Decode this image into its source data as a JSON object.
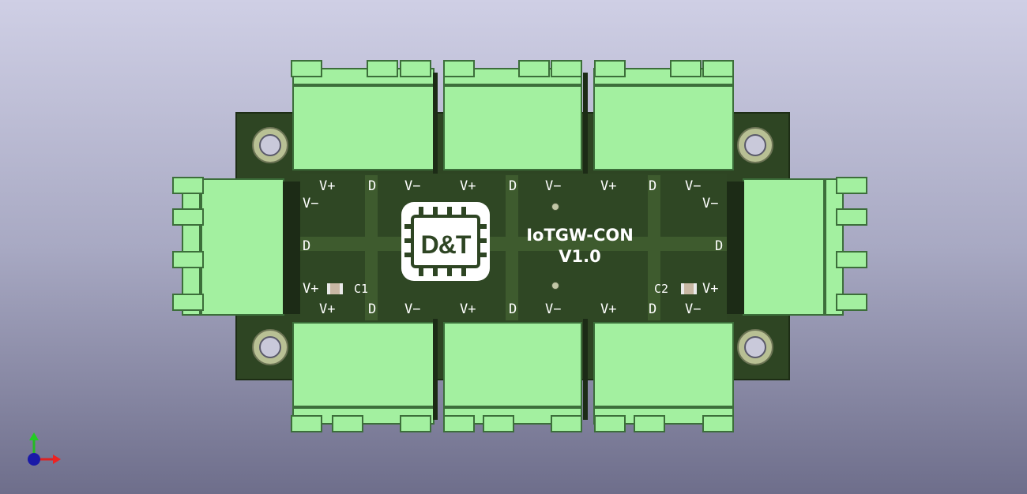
{
  "board": {
    "title_line1": "IoTGW-CON",
    "title_line2": "V1.0",
    "logo_text": "D&T"
  },
  "silkscreen": {
    "top_row": [
      "V+",
      "D",
      "V−",
      "V+",
      "D",
      "V−",
      "V+",
      "D",
      "V−"
    ],
    "bottom_row": [
      "V+",
      "D",
      "V−",
      "V+",
      "D",
      "V−",
      "V+",
      "D",
      "V−"
    ],
    "left_side": [
      "V−",
      "D",
      "V+"
    ],
    "right_side": [
      "V−",
      "D",
      "V+"
    ],
    "cap_left": "C1",
    "cap_right": "C2"
  },
  "colors": {
    "pcb": "#2e4523",
    "terminal": "#a3f0a0",
    "silk": "#ffffff"
  }
}
